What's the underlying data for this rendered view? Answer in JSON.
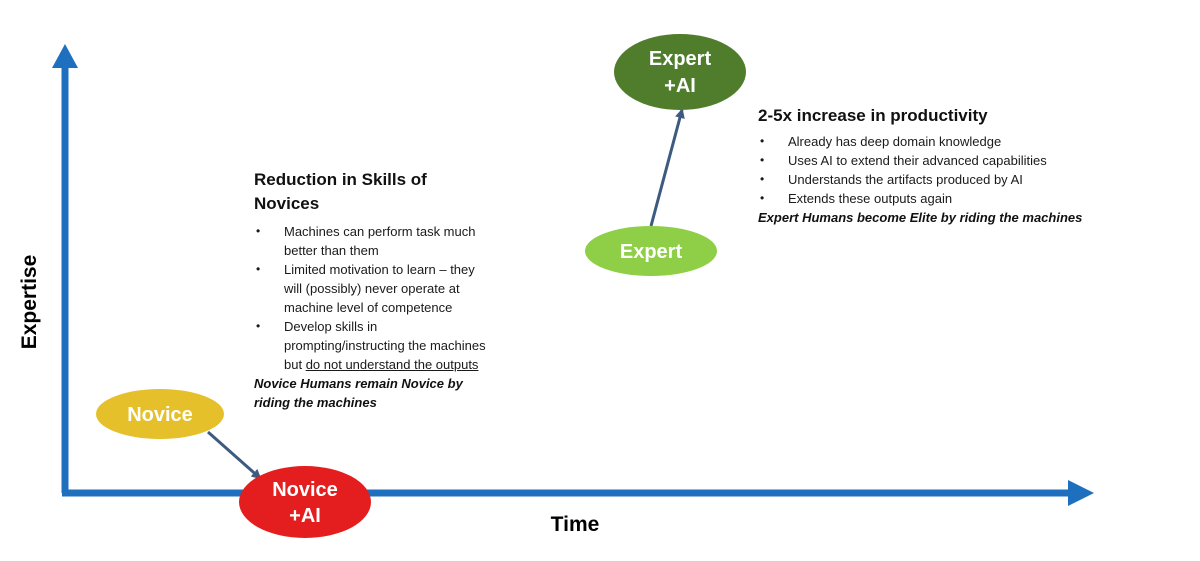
{
  "axes": {
    "x_label": "Time",
    "y_label": "Expertise",
    "axis_color": "#1f6fbf"
  },
  "nodes": {
    "novice": {
      "label": "Novice",
      "color": "#e6c02b"
    },
    "novice_ai": {
      "line1": "Novice",
      "line2": "+AI",
      "color": "#e41e1e"
    },
    "expert": {
      "label": "Expert",
      "color": "#8fcf47"
    },
    "expert_ai": {
      "line1": "Expert",
      "line2": "+AI",
      "color": "#4f7d2c"
    }
  },
  "arrow_color": "#3d5a80",
  "novice_block": {
    "title": "Reduction in Skills of Novices",
    "bullets": [
      "Machines can perform task much better than them",
      "Limited motivation to learn – they will (possibly) never operate at machine level of competence"
    ],
    "bullet3_prefix": "Develop skills in prompting/instructing the machines but ",
    "bullet3_underlined": "do not understand the outputs",
    "conclusion": "Novice Humans remain Novice by riding the machines"
  },
  "expert_block": {
    "title": "2-5x increase in productivity",
    "bullets": [
      "Already has deep domain knowledge",
      "Uses AI to extend their advanced capabilities",
      "Understands the artifacts produced by AI",
      "Extends these outputs again"
    ],
    "conclusion": "Expert Humans become Elite by riding the machines"
  }
}
